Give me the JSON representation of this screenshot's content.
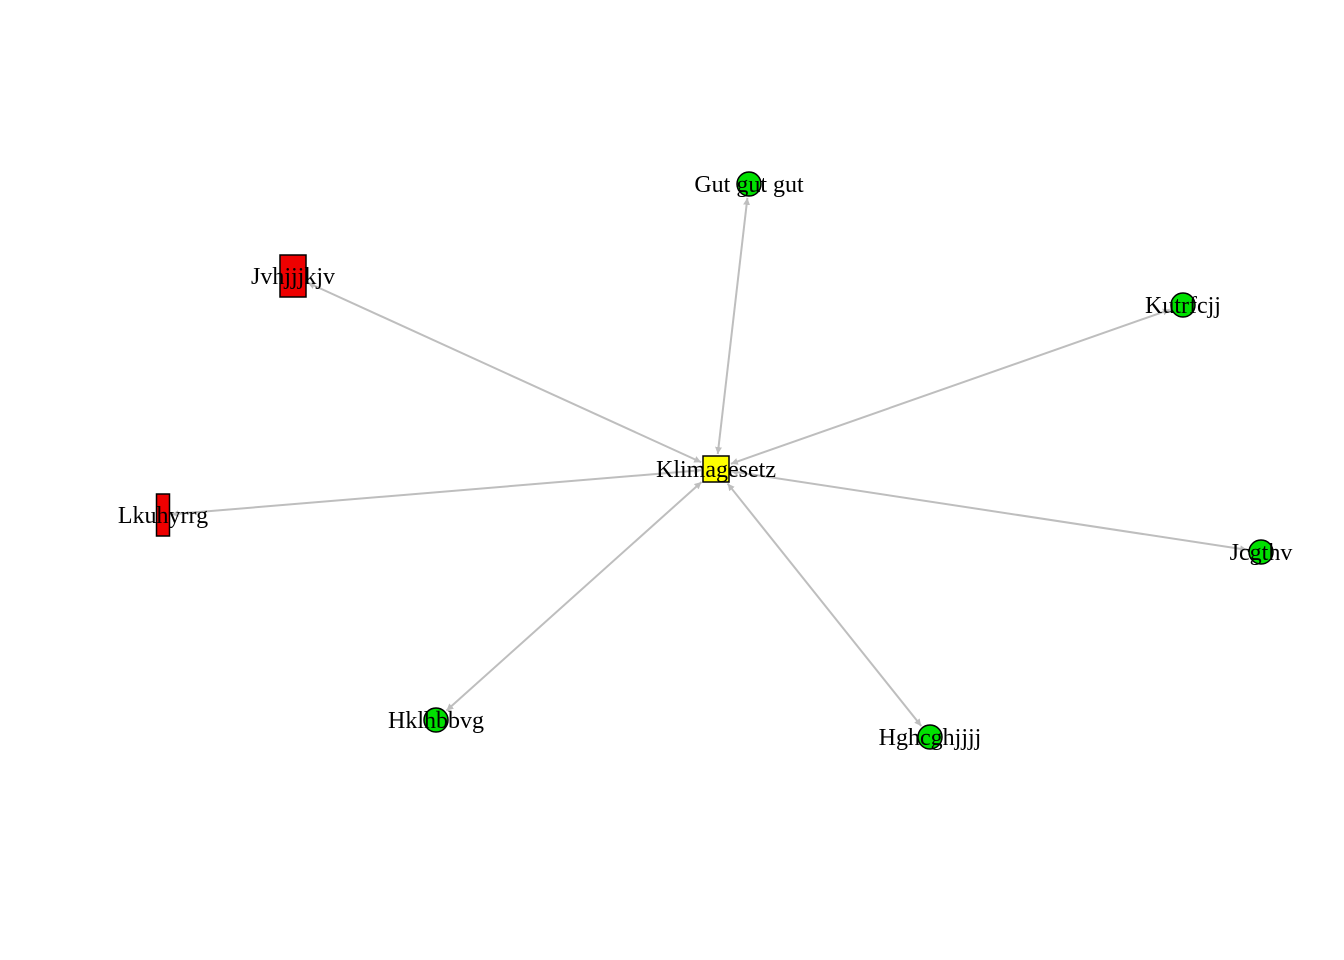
{
  "graph": {
    "center": {
      "id": "klimagesetz",
      "label": "Klimagesetz",
      "shape": "square",
      "color": "#ffff00"
    },
    "nodes": [
      {
        "id": "gut",
        "label": "Gut gut gut",
        "shape": "circle",
        "color": "#00e000"
      },
      {
        "id": "jvh",
        "label": "Jvhjjjkjv",
        "shape": "rect",
        "color": "#ee0000"
      },
      {
        "id": "kut",
        "label": "Kutrfcjj",
        "shape": "circle",
        "color": "#00e000"
      },
      {
        "id": "lku",
        "label": "Lkuhyrrg",
        "shape": "rect",
        "color": "#ee0000"
      },
      {
        "id": "jcg",
        "label": "Jcgthv",
        "shape": "circle",
        "color": "#00e000"
      },
      {
        "id": "hkl",
        "label": "Hklhbbvg",
        "shape": "circle",
        "color": "#00e000"
      },
      {
        "id": "hgh",
        "label": "Hghcghjjjj",
        "shape": "circle",
        "color": "#00e000"
      }
    ],
    "edges": [
      {
        "from": "klimagesetz",
        "to": "gut",
        "arrows": "both"
      },
      {
        "from": "klimagesetz",
        "to": "jvh",
        "arrows": "both"
      },
      {
        "from": "klimagesetz",
        "to": "kut",
        "arrows": "both"
      },
      {
        "from": "klimagesetz",
        "to": "lku",
        "arrows": "both"
      },
      {
        "from": "klimagesetz",
        "to": "jcg",
        "arrows": "both"
      },
      {
        "from": "klimagesetz",
        "to": "hkl",
        "arrows": "both"
      },
      {
        "from": "klimagesetz",
        "to": "hgh",
        "arrows": "both"
      }
    ],
    "edge_color": "#bebebe"
  }
}
